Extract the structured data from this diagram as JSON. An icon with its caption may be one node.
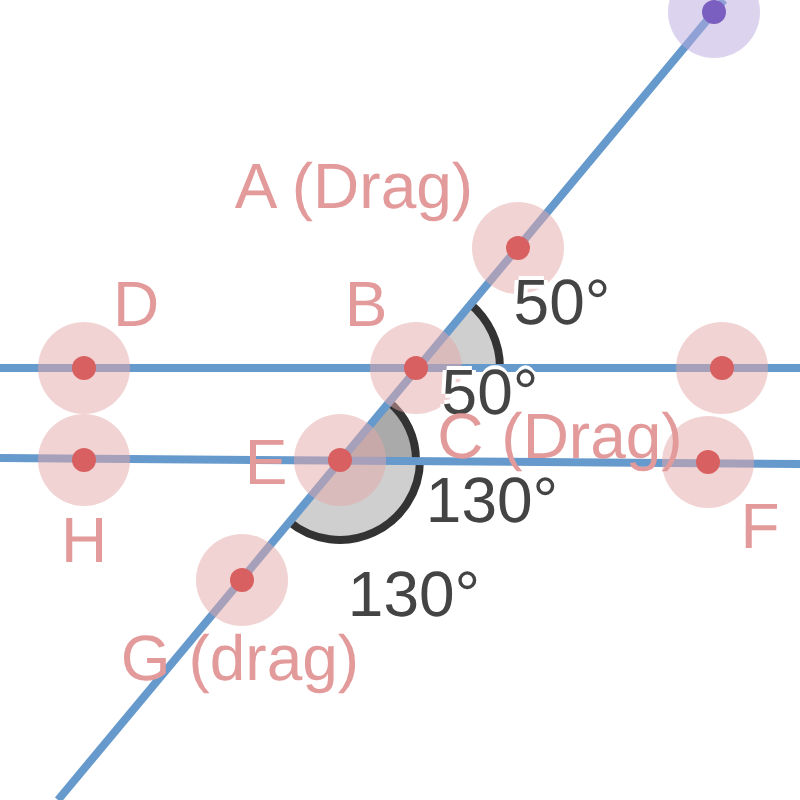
{
  "diagram": {
    "labels": [
      "A (Drag)",
      "D",
      "B",
      "50°",
      "50°",
      "E",
      "C (Drag)",
      "H",
      "130°",
      "F",
      "130°",
      "G (drag)"
    ]
  }
}
